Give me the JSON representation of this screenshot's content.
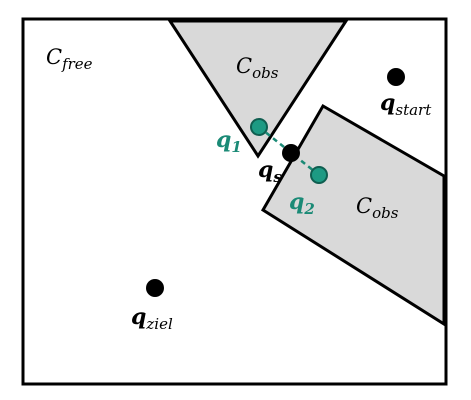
{
  "colors": {
    "frame": "#000000",
    "obstacle_fill": "#d9d9d9",
    "point": "#000000",
    "teal": "#1a8a76",
    "teal_fill": "#1d9a83"
  },
  "labels": {
    "c_free": {
      "base": "C",
      "sub": "free"
    },
    "c_obs_top": {
      "base": "C",
      "sub": "obs"
    },
    "c_obs_right": {
      "base": "C",
      "sub": "obs"
    },
    "q_start": {
      "base": "q",
      "sub": "start"
    },
    "q_ziel": {
      "base": "q",
      "sub": "ziel"
    },
    "q_s": {
      "base": "q",
      "sub": "s"
    },
    "q_1": {
      "base": "q",
      "sub": "1"
    },
    "q_2": {
      "base": "q",
      "sub": "2"
    }
  }
}
